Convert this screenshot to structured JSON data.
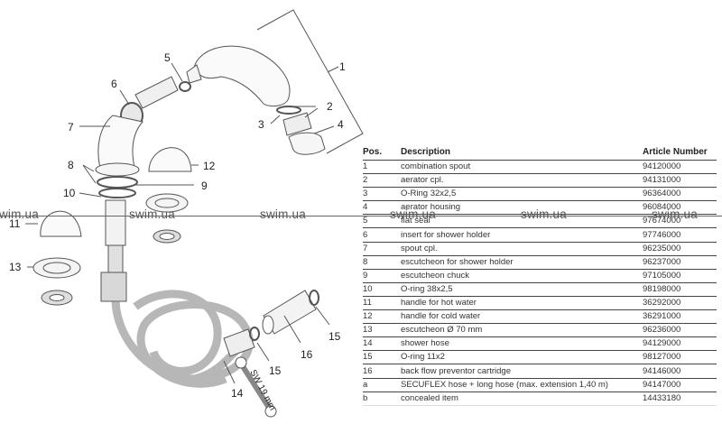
{
  "diagram": {
    "callouts": [
      "1",
      "2",
      "3",
      "4",
      "5",
      "6",
      "7",
      "8",
      "9",
      "10",
      "11",
      "12",
      "13",
      "14",
      "15",
      "15",
      "16"
    ],
    "wrench_label": "SW 19 mm"
  },
  "table": {
    "headers": {
      "pos": "Pos.",
      "description": "Description",
      "article": "Article Number"
    },
    "rows": [
      {
        "pos": "1",
        "description": "combination spout",
        "article": "94120000"
      },
      {
        "pos": "2",
        "description": "aerator cpl.",
        "article": "94131000"
      },
      {
        "pos": "3",
        "description": "O-Ring 32x2,5",
        "article": "96364000"
      },
      {
        "pos": "4",
        "description": "aerator housing",
        "article": "96084000"
      },
      {
        "pos": "5",
        "description": "flat seal",
        "article": "97674000"
      },
      {
        "pos": "6",
        "description": "insert for shower holder",
        "article": "97746000"
      },
      {
        "pos": "7",
        "description": "spout cpl.",
        "article": "96235000"
      },
      {
        "pos": "8",
        "description": "escutcheon for shower holder",
        "article": "96237000"
      },
      {
        "pos": "9",
        "description": "escutcheon chuck",
        "article": "97105000"
      },
      {
        "pos": "10",
        "description": "O-ring 38x2,5",
        "article": "98198000"
      },
      {
        "pos": "11",
        "description": "handle for hot water",
        "article": "36292000"
      },
      {
        "pos": "12",
        "description": "handle for cold water",
        "article": "36291000"
      },
      {
        "pos": "13",
        "description": "escutcheon Ø 70 mm",
        "article": "96236000"
      },
      {
        "pos": "14",
        "description": "shower hose",
        "article": "94129000"
      },
      {
        "pos": "15",
        "description": "O-ring 11x2",
        "article": "98127000"
      },
      {
        "pos": "16",
        "description": "back flow preventor cartridge",
        "article": "94146000"
      },
      {
        "pos": "a",
        "description": "SECUFLEX hose + long hose (max. extension 1,40 m)",
        "article": "94147000"
      },
      {
        "pos": "b",
        "description": "concealed item",
        "article": "14433180"
      }
    ]
  },
  "watermark": {
    "text": "swim.ua"
  }
}
